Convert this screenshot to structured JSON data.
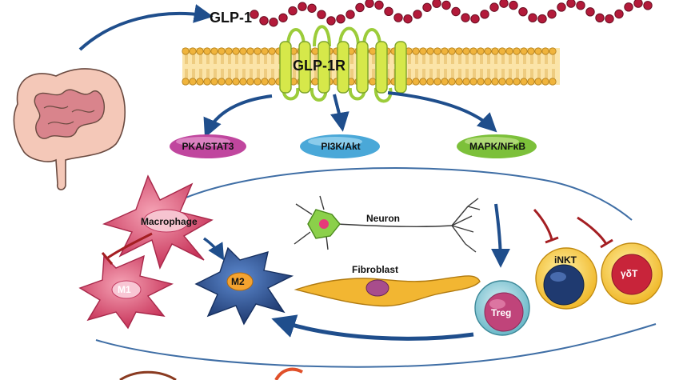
{
  "diagram": {
    "hormone_label": "GLP-1",
    "receptor_label": "GLP-1R",
    "pathways": [
      {
        "label": "PKA/STAT3",
        "color": "#c0469e"
      },
      {
        "label": "PI3K/Akt",
        "color": "#4aa8d8"
      },
      {
        "label": "MAPK/NFκB",
        "color": "#7cc03a"
      }
    ],
    "cells": {
      "macrophage": "Macrophage",
      "m1": "M1",
      "m2": "M2",
      "neuron": "Neuron",
      "fibroblast": "Fibroblast",
      "treg": "Treg",
      "inkt": "iNKT",
      "gdt": "γδT"
    },
    "colors": {
      "arrow_blue": "#1f4e8c",
      "inhibit_red": "#a41e22",
      "membrane": "#f0b43c",
      "macrophage": "#d94a6a",
      "m2": "#2d4f8e",
      "fibroblast": "#f2b632",
      "peptide": "#b31a3a"
    }
  }
}
